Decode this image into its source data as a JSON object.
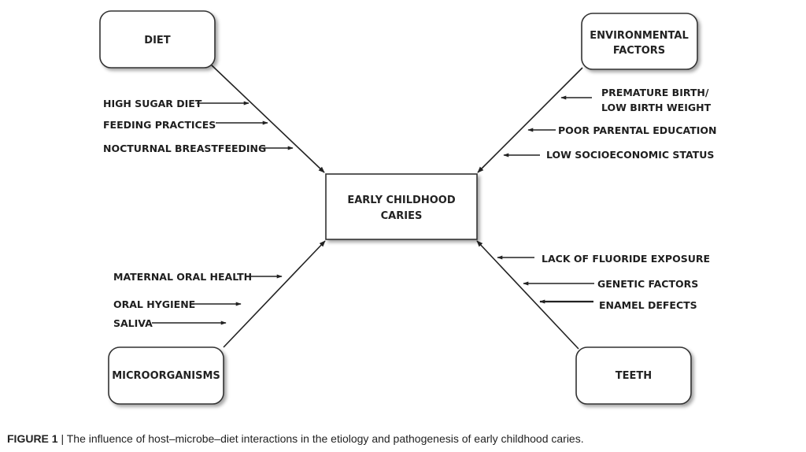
{
  "boxes": {
    "diet": "DIET",
    "environmental_line1": "ENVIRONMENTAL",
    "environmental_line2": "FACTORS",
    "center_line1": "EARLY CHILDHOOD",
    "center_line2": "CARIES",
    "microorganisms": "MICROORGANISMS",
    "teeth": "TEETH"
  },
  "factors": {
    "diet": [
      "HIGH SUGAR DIET",
      "FEEDING PRACTICES",
      "NOCTURNAL BREASTFEEDING"
    ],
    "environmental": [
      "PREMATURE BIRTH/",
      "LOW BIRTH WEIGHT",
      "POOR PARENTAL EDUCATION",
      "LOW SOCIOECONOMIC STATUS"
    ],
    "microorganisms": [
      "MATERNAL ORAL HEALTH",
      "ORAL HYGIENE",
      "SALIVA"
    ],
    "teeth": [
      "LACK OF FLUORIDE EXPOSURE",
      "GENETIC FACTORS",
      "ENAMEL DEFECTS"
    ]
  },
  "caption": {
    "label": "FIGURE 1",
    "separator": " | ",
    "text": "The influence of host–microbe–diet interactions in the etiology and pathogenesis of early childhood caries."
  }
}
